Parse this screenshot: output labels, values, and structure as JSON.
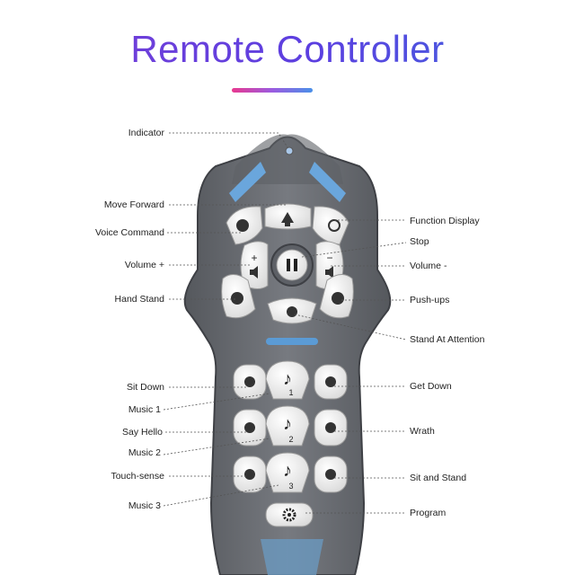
{
  "title": "Remote Controller",
  "colors": {
    "body": "#6e7177",
    "body_dark": "#4f5257",
    "button": "#eeeeee",
    "accent_blue": "#5b9bd5",
    "title_start": "#7b3fd6",
    "title_end": "#3f6bde"
  },
  "labels": {
    "indicator": "Indicator",
    "move_forward": "Move Forward",
    "voice_command": "Voice Command",
    "volume_plus": "Volume +",
    "hand_stand": "Hand Stand",
    "sit_down": "Sit Down",
    "music_1": "Music 1",
    "say_hello": "Say Hello",
    "music_2": "Music 2",
    "touch_sense": "Touch-sense",
    "music_3": "Music 3",
    "function_display": "Function Display",
    "stop": "Stop",
    "volume_minus": "Volume -",
    "push_ups": "Push-ups",
    "stand_at_attention": "Stand At Attention",
    "get_down": "Get Down",
    "wrath": "Wrath",
    "sit_and_stand": "Sit and Stand",
    "program": "Program"
  },
  "button_glyphs": {
    "music_1_number": "1",
    "music_2_number": "2",
    "music_3_number": "3",
    "volume_plus_sign": "+",
    "volume_minus_sign": "−"
  },
  "icons": {
    "move_forward": "up-arrow-icon",
    "stop": "pause-icon",
    "function_display": "film-reel-icon",
    "program": "gear-icon",
    "music": "music-note-icon",
    "volume": "speaker-icon",
    "poses": "robot-dog-icon"
  }
}
